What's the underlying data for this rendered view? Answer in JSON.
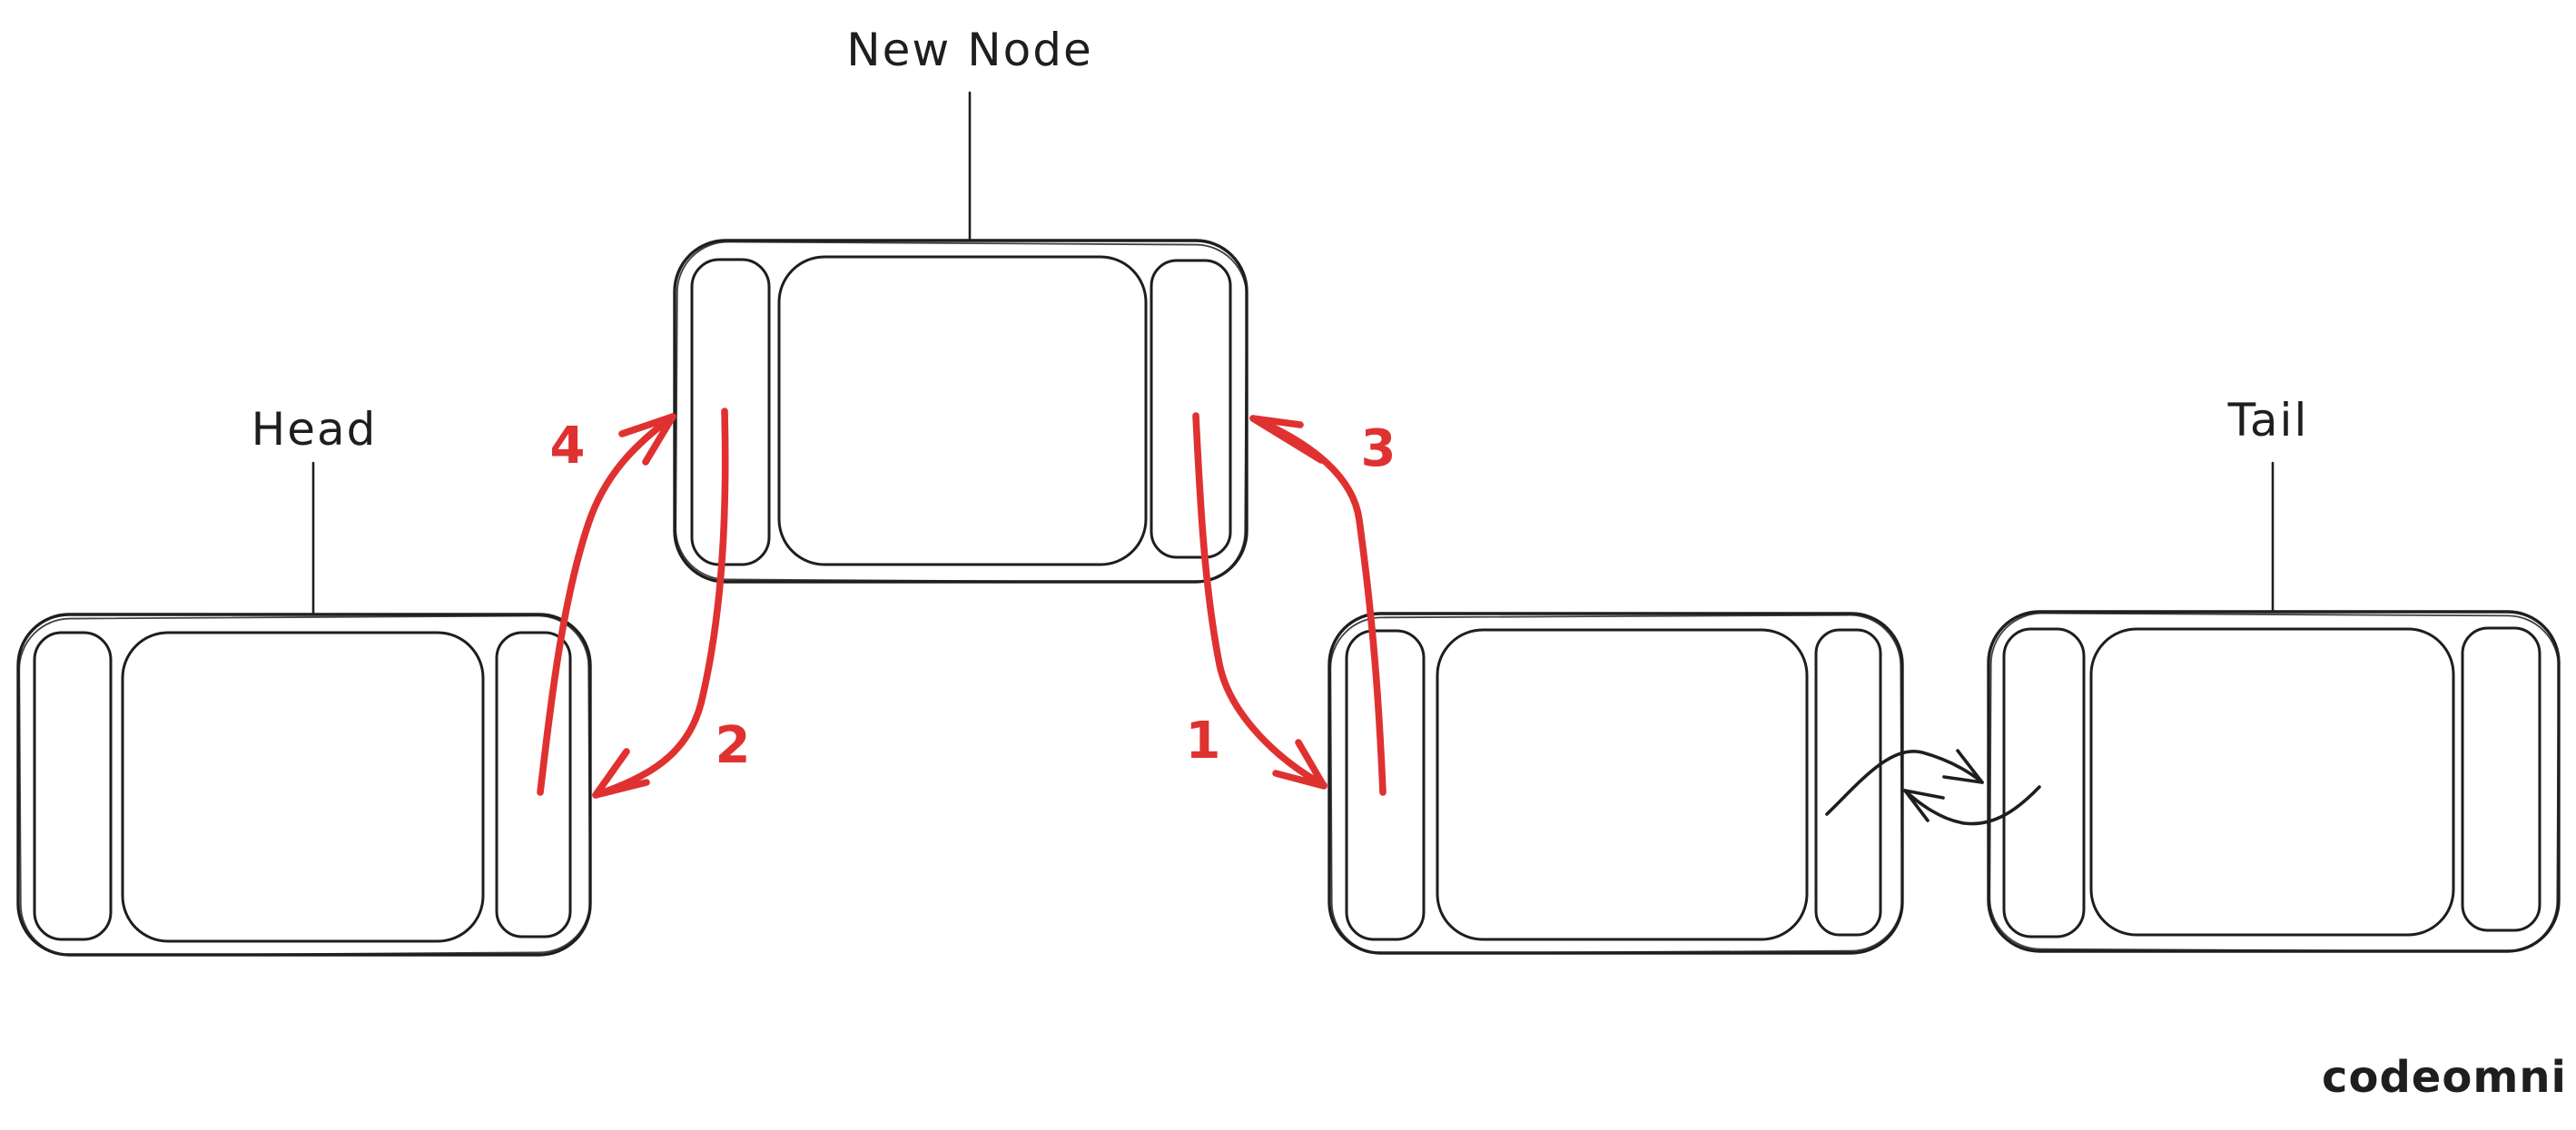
{
  "colors": {
    "ink": "#1e1e1e",
    "accent_red": "#e03131",
    "background": "#ffffff"
  },
  "labels": {
    "new_node": "New Node",
    "head": "Head",
    "tail": "Tail"
  },
  "steps": {
    "s1": "1",
    "s2": "2",
    "s3": "3",
    "s4": "4"
  },
  "watermark": "codeomni"
}
